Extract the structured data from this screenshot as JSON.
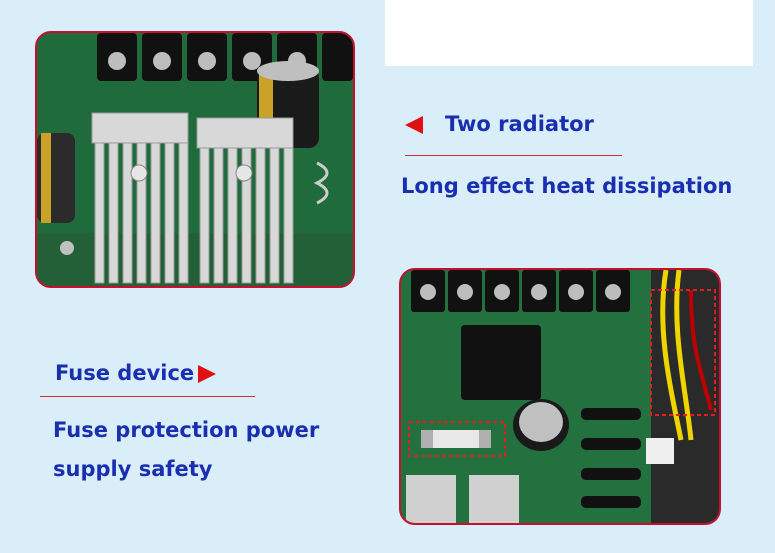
{
  "top_feature": {
    "title": "Two radiator",
    "description": "Long effect heat dissipation"
  },
  "bottom_feature": {
    "title": "Fuse device",
    "description_line1": "Fuse protection power",
    "description_line2": "supply safety"
  },
  "colors": {
    "text": "#1a2fb0",
    "accent": "#e01010",
    "frame": "#c8102e",
    "background": "#d9eef8"
  },
  "icons": {
    "top_pointer": "left-triangle-icon",
    "bottom_pointer": "right-triangle-icon"
  }
}
